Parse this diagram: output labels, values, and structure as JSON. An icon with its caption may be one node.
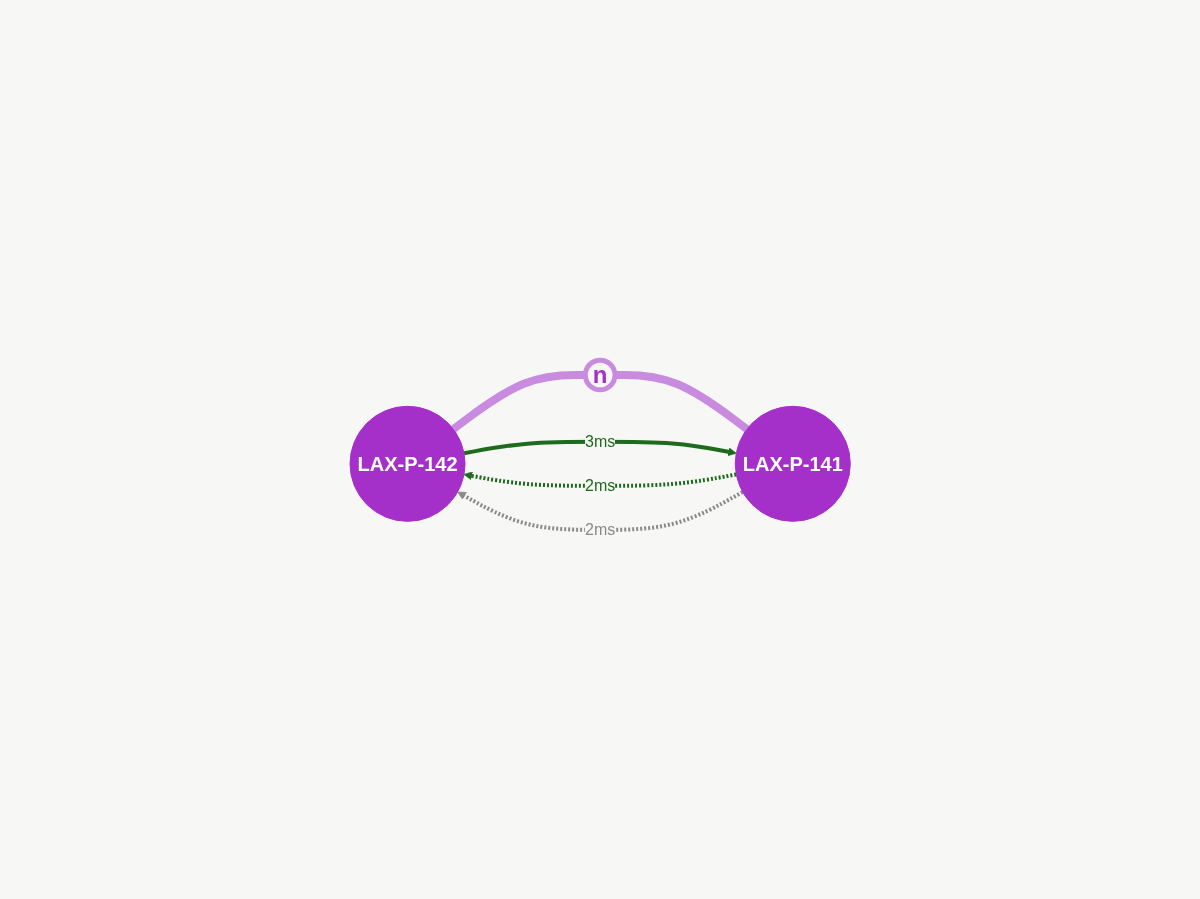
{
  "diagram": {
    "nodes": [
      {
        "text": [
          "LAX-P-142"
        ]
      },
      {
        "text": [
          "n"
        ]
      },
      {
        "text": [
          "LAX-P-141"
        ]
      }
    ],
    "edges": [
      {
        "from": 0,
        "to": 1,
        "arrow": "none",
        "style": "thick",
        "color": "#c98be0"
      },
      {
        "from": 1,
        "to": 2,
        "arrow": "none",
        "style": "thick",
        "color": "#c98be0"
      },
      {
        "from": 0,
        "to": 2,
        "arrow": "to",
        "label": "3ms",
        "color": "#1e6b1e"
      },
      {
        "from": 2,
        "to": 0,
        "arrow": "to",
        "label": "2ms",
        "style": "dashed",
        "color": "#1e6b1e"
      },
      {
        "from": 2,
        "to": 0,
        "arrow": "to",
        "label": "2ms",
        "style": "dashed",
        "color": "#8a8a8a"
      }
    ]
  }
}
